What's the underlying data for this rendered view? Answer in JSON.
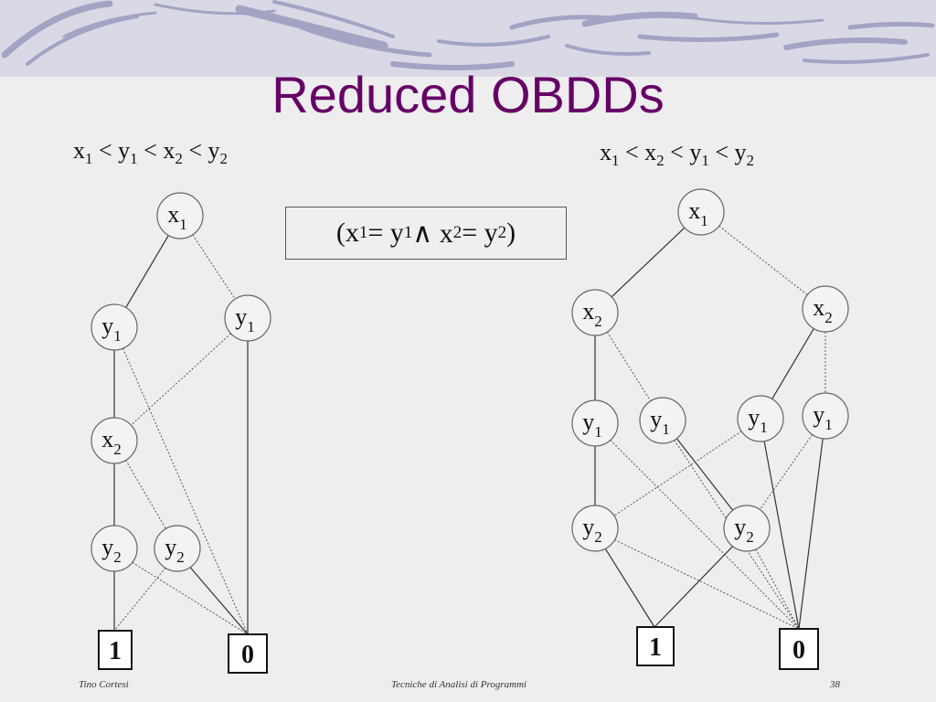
{
  "slide": {
    "title": "Reduced OBDDs",
    "formula": {
      "parts": [
        "(x",
        "1",
        " = y",
        "1",
        " ∧ x",
        "2",
        " = y",
        "2",
        ")"
      ]
    },
    "footer": {
      "author": "Tino Cortesi",
      "course": "Tecniche di Analisi di Programmi",
      "page": "38"
    }
  },
  "orderings": {
    "left": {
      "parts": [
        "x",
        "1",
        " < y",
        "1",
        " < x",
        "2",
        " < y",
        "2"
      ]
    },
    "right": {
      "parts": [
        "x",
        "1",
        " < x",
        "2",
        " < y",
        "1",
        " < y",
        "2"
      ]
    }
  },
  "left_diagram": {
    "nodes": [
      {
        "id": "L_x1",
        "var": "x",
        "sub": "1"
      },
      {
        "id": "L_y1a",
        "var": "y",
        "sub": "1"
      },
      {
        "id": "L_y1b",
        "var": "y",
        "sub": "1"
      },
      {
        "id": "L_x2",
        "var": "x",
        "sub": "2"
      },
      {
        "id": "L_y2a",
        "var": "y",
        "sub": "2"
      },
      {
        "id": "L_y2b",
        "var": "y",
        "sub": "2"
      },
      {
        "id": "L_one",
        "terminal": "1"
      },
      {
        "id": "L_zero",
        "terminal": "0"
      }
    ],
    "edges": [
      {
        "from": "L_x1",
        "to": "L_y1a",
        "kind": "high"
      },
      {
        "from": "L_x1",
        "to": "L_y1b",
        "kind": "low"
      },
      {
        "from": "L_y1a",
        "to": "L_x2",
        "kind": "high"
      },
      {
        "from": "L_y1a",
        "to": "L_zero",
        "kind": "low"
      },
      {
        "from": "L_y1b",
        "to": "L_zero",
        "kind": "high"
      },
      {
        "from": "L_y1b",
        "to": "L_x2",
        "kind": "low"
      },
      {
        "from": "L_x2",
        "to": "L_y2a",
        "kind": "high"
      },
      {
        "from": "L_x2",
        "to": "L_y2b",
        "kind": "low"
      },
      {
        "from": "L_y2a",
        "to": "L_one",
        "kind": "high"
      },
      {
        "from": "L_y2a",
        "to": "L_zero",
        "kind": "low"
      },
      {
        "from": "L_y2b",
        "to": "L_zero",
        "kind": "high"
      },
      {
        "from": "L_y2b",
        "to": "L_one",
        "kind": "low"
      }
    ]
  },
  "right_diagram": {
    "nodes": [
      {
        "id": "R_x1",
        "var": "x",
        "sub": "1"
      },
      {
        "id": "R_x2a",
        "var": "x",
        "sub": "2"
      },
      {
        "id": "R_x2b",
        "var": "x",
        "sub": "2"
      },
      {
        "id": "R_y1a",
        "var": "y",
        "sub": "1"
      },
      {
        "id": "R_y1b",
        "var": "y",
        "sub": "1"
      },
      {
        "id": "R_y1c",
        "var": "y",
        "sub": "1"
      },
      {
        "id": "R_y1d",
        "var": "y",
        "sub": "1"
      },
      {
        "id": "R_y2a",
        "var": "y",
        "sub": "2"
      },
      {
        "id": "R_y2b",
        "var": "y",
        "sub": "2"
      },
      {
        "id": "R_one",
        "terminal": "1"
      },
      {
        "id": "R_zero",
        "terminal": "0"
      }
    ],
    "edges": [
      {
        "from": "R_x1",
        "to": "R_x2a",
        "kind": "high"
      },
      {
        "from": "R_x1",
        "to": "R_x2b",
        "kind": "low"
      },
      {
        "from": "R_x2a",
        "to": "R_y1a",
        "kind": "high"
      },
      {
        "from": "R_x2a",
        "to": "R_y1b",
        "kind": "low"
      },
      {
        "from": "R_x2b",
        "to": "R_y1c",
        "kind": "high"
      },
      {
        "from": "R_x2b",
        "to": "R_y1d",
        "kind": "low"
      },
      {
        "from": "R_y1a",
        "to": "R_y2a",
        "kind": "high"
      },
      {
        "from": "R_y1a",
        "to": "R_zero",
        "kind": "low"
      },
      {
        "from": "R_y1b",
        "to": "R_y2b",
        "kind": "high"
      },
      {
        "from": "R_y1b",
        "to": "R_zero",
        "kind": "low"
      },
      {
        "from": "R_y1c",
        "to": "R_zero",
        "kind": "high"
      },
      {
        "from": "R_y1c",
        "to": "R_y2a",
        "kind": "low"
      },
      {
        "from": "R_y1d",
        "to": "R_zero",
        "kind": "high"
      },
      {
        "from": "R_y1d",
        "to": "R_y2b",
        "kind": "low"
      },
      {
        "from": "R_y2a",
        "to": "R_one",
        "kind": "high"
      },
      {
        "from": "R_y2a",
        "to": "R_zero",
        "kind": "low"
      },
      {
        "from": "R_y2b",
        "to": "R_one",
        "kind": "high"
      },
      {
        "from": "R_y2b",
        "to": "R_zero",
        "kind": "low"
      }
    ]
  }
}
